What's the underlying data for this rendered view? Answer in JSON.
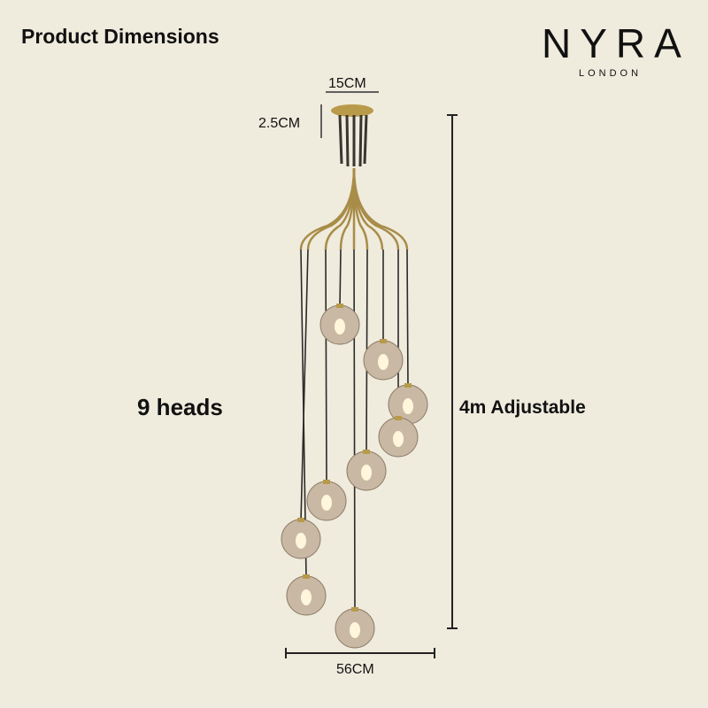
{
  "title": "Product Dimensions",
  "brand": {
    "name": "NYRA",
    "sub": "LONDON"
  },
  "dimensions": {
    "canopy_width": "15CM",
    "canopy_height": "2.5CM",
    "heads": "9 heads",
    "height": "4m Adjustable",
    "width": "56CM"
  },
  "colors": {
    "background": "#efebdd",
    "brass": "#b89a4a",
    "globe": "#c9b9a4"
  }
}
